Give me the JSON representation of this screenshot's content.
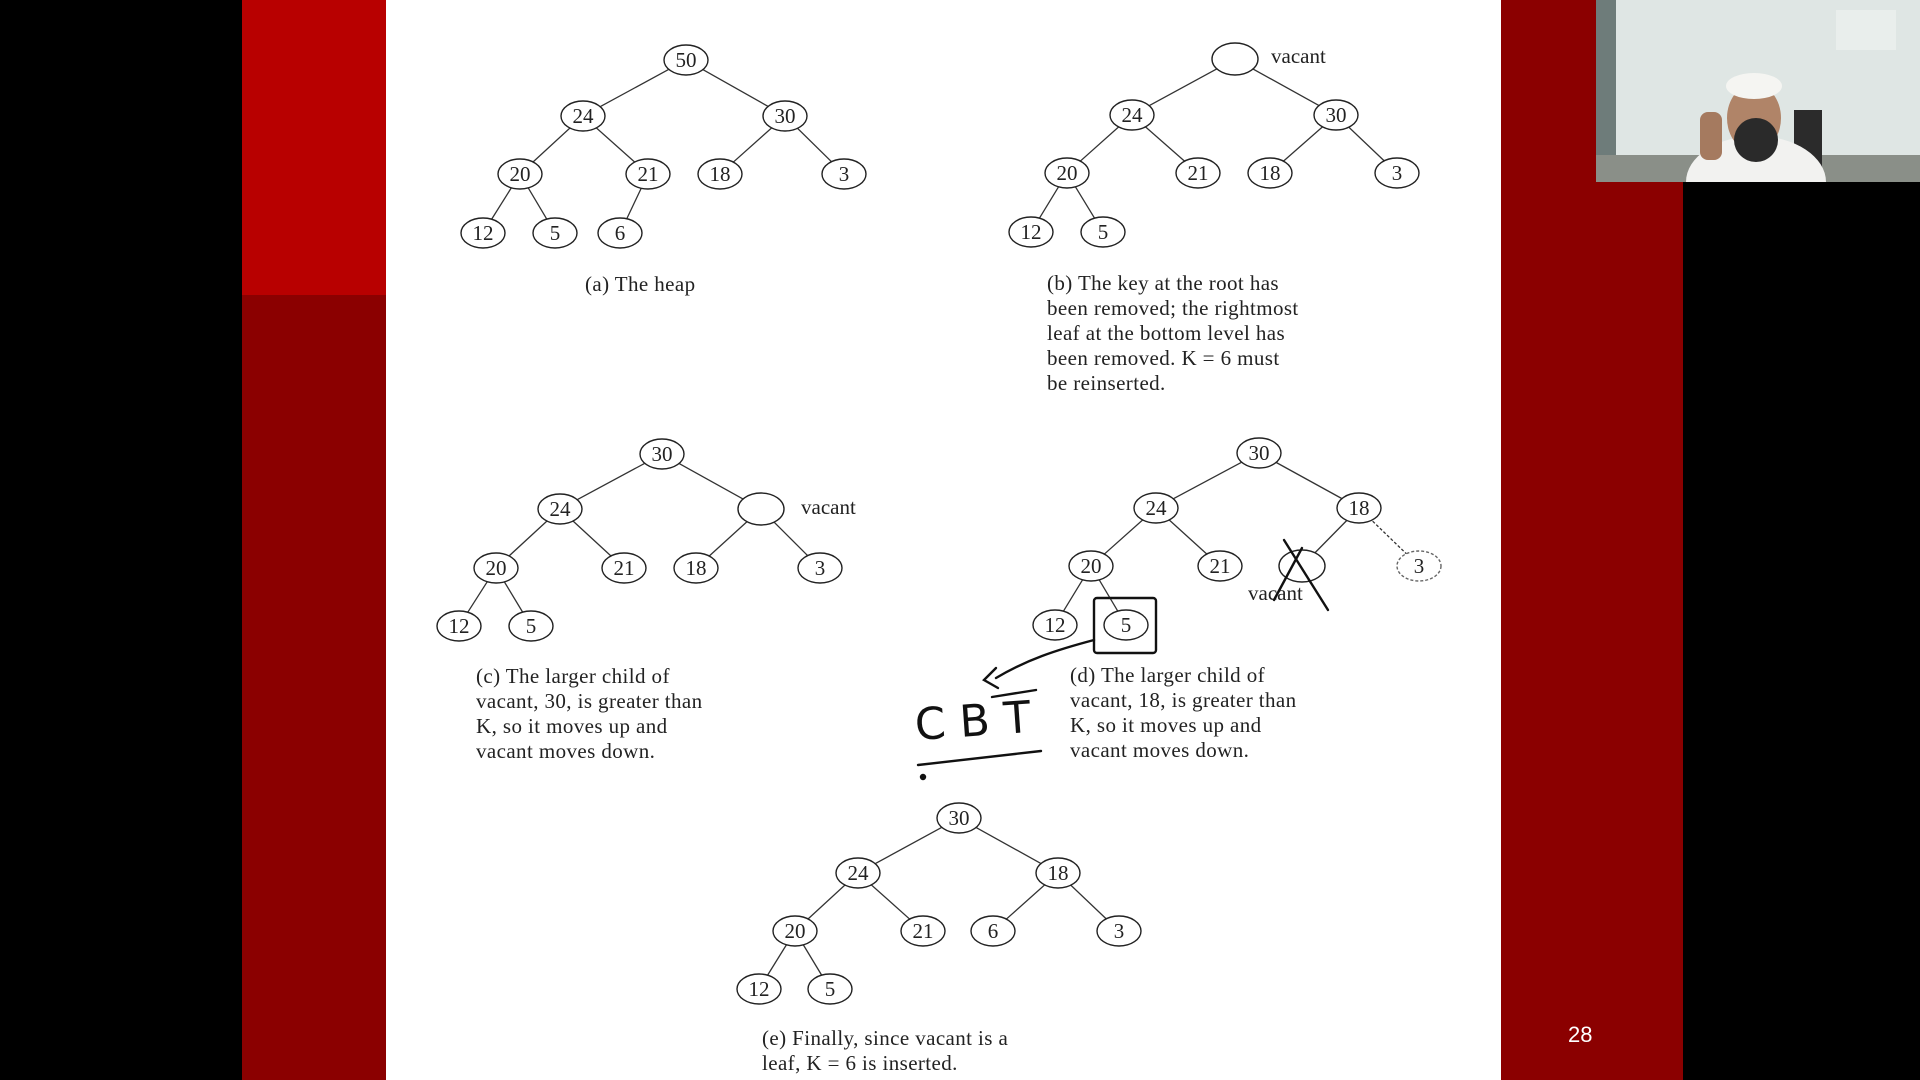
{
  "slide": {
    "page_number": "28",
    "panel_a": {
      "caption": "(a) The heap",
      "nodes": [
        {
          "id": "a1",
          "label": "50"
        },
        {
          "id": "a2",
          "label": "24"
        },
        {
          "id": "a3",
          "label": "30"
        },
        {
          "id": "a4",
          "label": "20"
        },
        {
          "id": "a5",
          "label": "21"
        },
        {
          "id": "a6",
          "label": "18"
        },
        {
          "id": "a7",
          "label": "3"
        },
        {
          "id": "a8",
          "label": "12"
        },
        {
          "id": "a9",
          "label": "5"
        },
        {
          "id": "a10",
          "label": "6"
        }
      ]
    },
    "panel_b": {
      "caption": "(b) The key at the root has\nbeen removed; the rightmost\nleaf at the bottom level has\nbeen removed. K = 6 must\nbe reinserted.",
      "vacant_label": "vacant",
      "nodes": [
        {
          "id": "b2",
          "label": "24"
        },
        {
          "id": "b3",
          "label": "30"
        },
        {
          "id": "b4",
          "label": "20"
        },
        {
          "id": "b5",
          "label": "21"
        },
        {
          "id": "b6",
          "label": "18"
        },
        {
          "id": "b7",
          "label": "3"
        },
        {
          "id": "b8",
          "label": "12"
        },
        {
          "id": "b9",
          "label": "5"
        }
      ]
    },
    "panel_c": {
      "caption": "(c) The larger child of\nvacant, 30, is greater than\nK, so it moves up and\nvacant moves down.",
      "vacant_label": "vacant",
      "nodes": [
        {
          "id": "c1",
          "label": "30"
        },
        {
          "id": "c2",
          "label": "24"
        },
        {
          "id": "c4",
          "label": "20"
        },
        {
          "id": "c5",
          "label": "21"
        },
        {
          "id": "c6",
          "label": "18"
        },
        {
          "id": "c7",
          "label": "3"
        },
        {
          "id": "c8",
          "label": "12"
        },
        {
          "id": "c9",
          "label": "5"
        }
      ]
    },
    "panel_d": {
      "caption": "(d) The larger child of\nvacant, 18, is greater than\nK, so it moves up and\nvacant moves down.",
      "vacant_label": "vacant",
      "nodes": [
        {
          "id": "d1",
          "label": "30"
        },
        {
          "id": "d2",
          "label": "24"
        },
        {
          "id": "d3",
          "label": "18"
        },
        {
          "id": "d4",
          "label": "20"
        },
        {
          "id": "d5",
          "label": "21"
        },
        {
          "id": "d7",
          "label": "3"
        },
        {
          "id": "d8",
          "label": "12"
        },
        {
          "id": "d9",
          "label": "5"
        }
      ]
    },
    "panel_e": {
      "caption": "(e) Finally, since vacant is a\nleaf, K = 6 is inserted.",
      "nodes": [
        {
          "id": "e1",
          "label": "30"
        },
        {
          "id": "e2",
          "label": "24"
        },
        {
          "id": "e3",
          "label": "18"
        },
        {
          "id": "e4",
          "label": "20"
        },
        {
          "id": "e5",
          "label": "21"
        },
        {
          "id": "e6",
          "label": "6"
        },
        {
          "id": "e7",
          "label": "3"
        },
        {
          "id": "e8",
          "label": "12"
        },
        {
          "id": "e9",
          "label": "5"
        }
      ]
    },
    "annotation": {
      "handwritten_text": "CBT"
    }
  },
  "colors": {
    "slide_bg": "#ffffff",
    "frame_red": "#8b0000",
    "frame_red_bright": "#b80000",
    "ink": "#222222"
  }
}
